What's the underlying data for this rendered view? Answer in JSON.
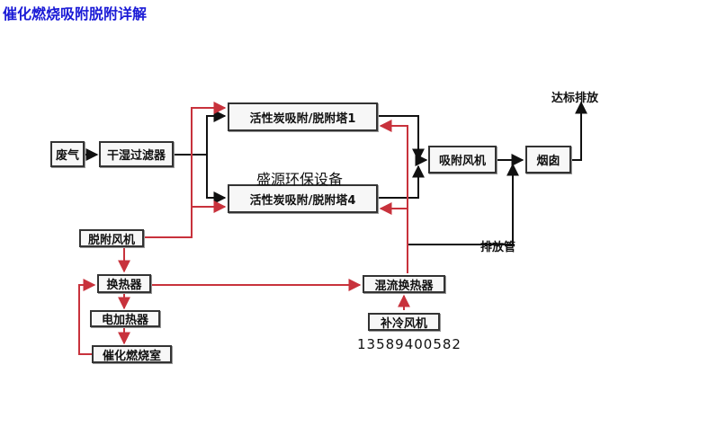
{
  "title": "催化燃烧吸附脱附详解",
  "nodes": {
    "waste_gas": "废气",
    "filter": "干湿过滤器",
    "tower1": "活性炭吸附/脱附塔1",
    "tower4": "活性炭吸附/脱附塔4",
    "adsorption_fan": "吸附风机",
    "chimney": "烟囱",
    "desorption_fan": "脱附风机",
    "heat_exchanger": "换热器",
    "electric_heater": "电加热器",
    "combustion_chamber": "催化燃烧室",
    "mixing_exchanger": "混流换热器",
    "cooling_fan": "补冷风机"
  },
  "labels": {
    "standard_discharge": "达标排放",
    "discharge_pipe": "排放管",
    "watermark": "盛源环保设备",
    "phone": "13589400582"
  },
  "colors": {
    "title": "#1a1ad6",
    "main_flow": "#111111",
    "desorption_flow": "#c8323c",
    "mixed_flow": "#c84650"
  }
}
